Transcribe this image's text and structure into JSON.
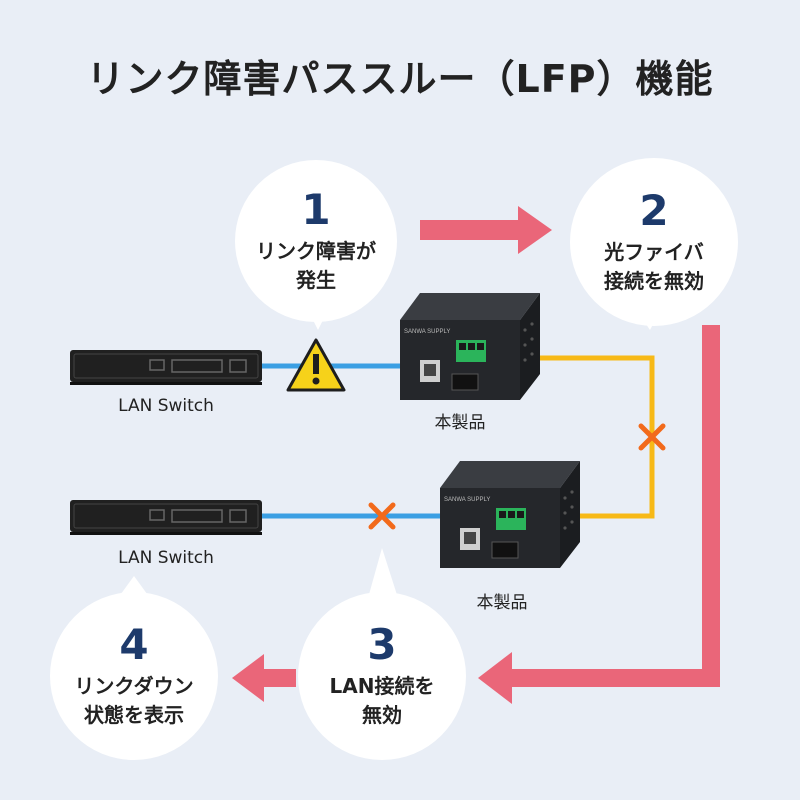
{
  "title": "リンク障害パススルー（LFP）機能",
  "steps": [
    {
      "number": "1",
      "line1": "リンク障害が",
      "line2": "発生"
    },
    {
      "number": "2",
      "line1": "光ファイバ",
      "line2": "接続を無効"
    },
    {
      "number": "3",
      "line1": "LAN接続を",
      "line2": "無効"
    },
    {
      "number": "4",
      "line1": "リンクダウン",
      "line2": "状態を表示"
    }
  ],
  "devices": {
    "switch_label": "LAN Switch",
    "product_label": "本製品",
    "product_brand": "SANWA SUPPLY"
  },
  "colors": {
    "background": "#e9eef6",
    "arrow": "#ea6679",
    "lan_cable": "#3b9fe3",
    "fiber_cable": "#f7b917",
    "cross": "#f26a1b",
    "warning": "#f6d21a",
    "number": "#1d3a6b"
  },
  "icons": [
    "warning-icon",
    "cross-icon",
    "right-arrow-icon",
    "left-arrow-icon"
  ]
}
